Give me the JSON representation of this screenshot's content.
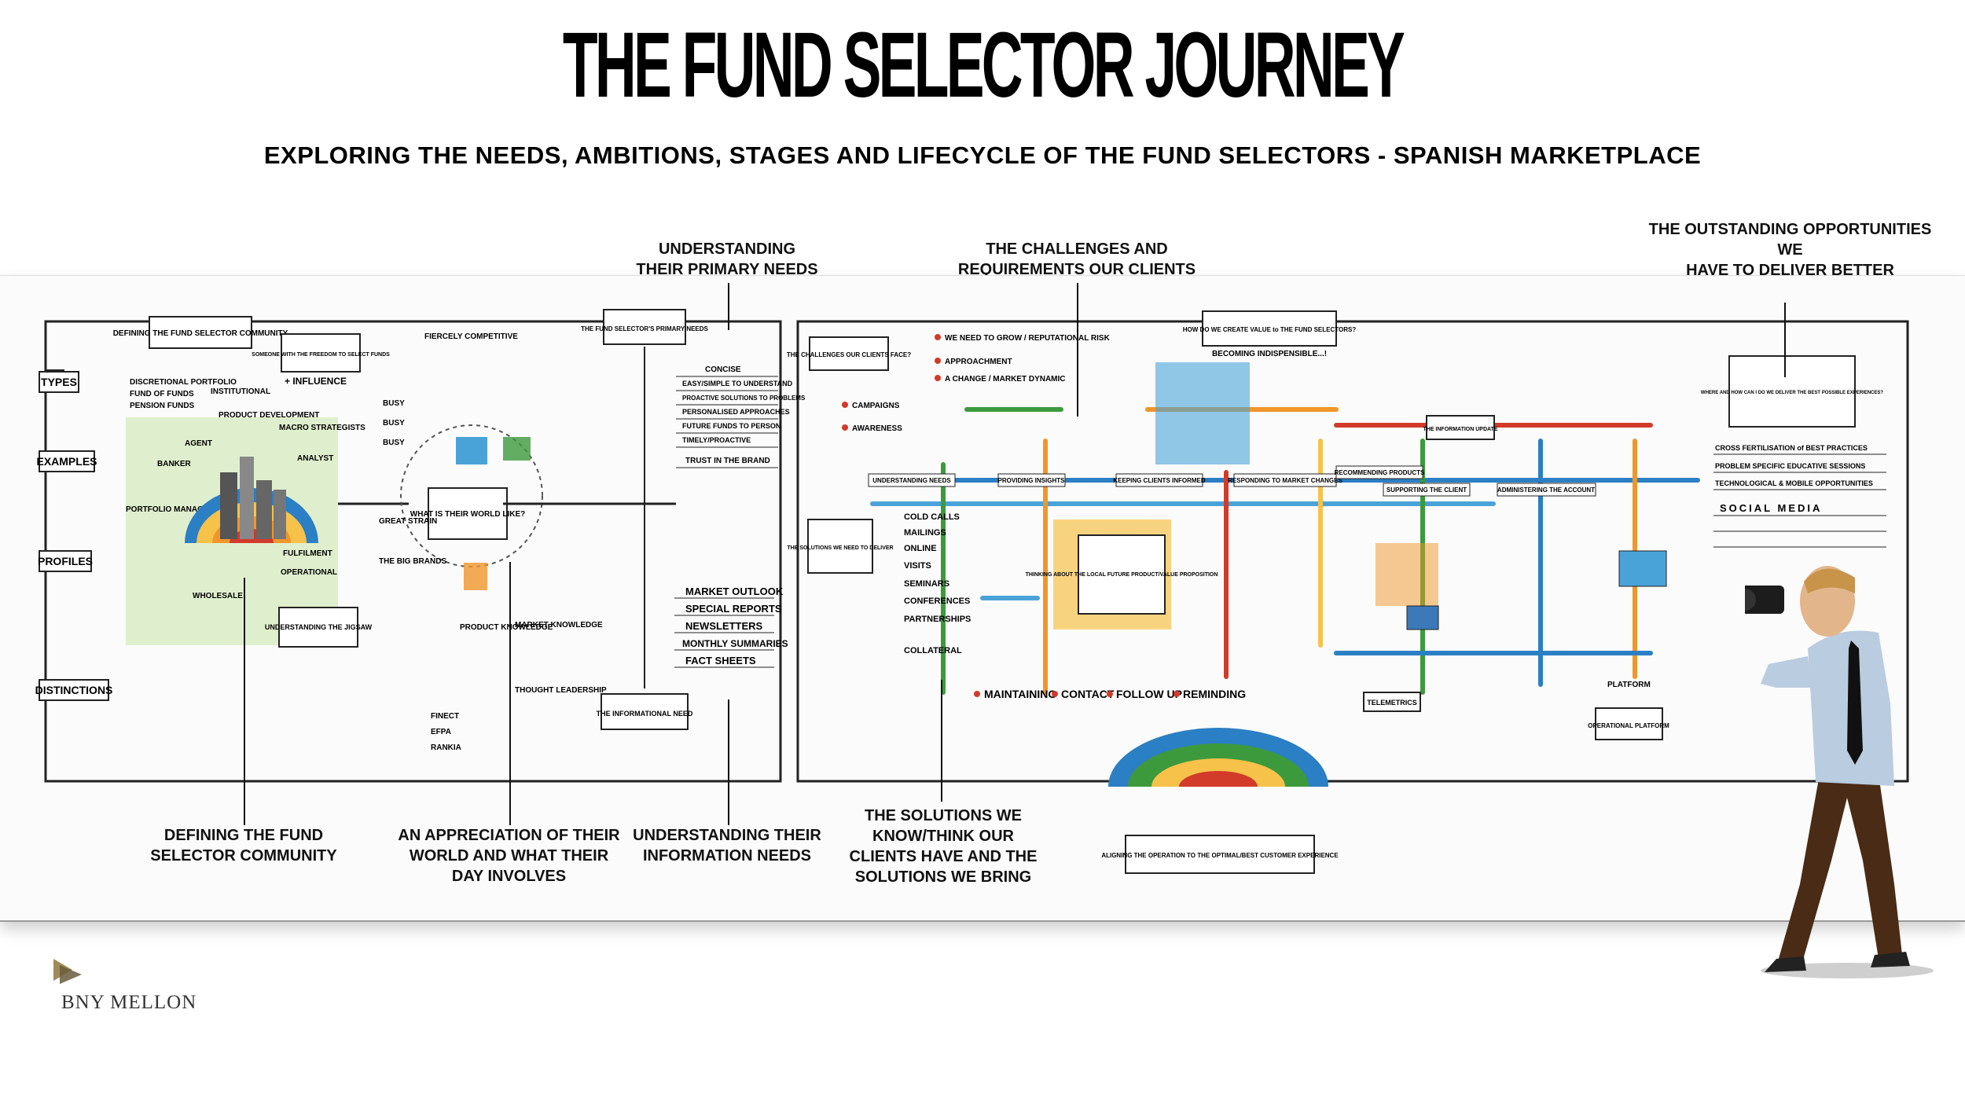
{
  "header": {
    "title": "THE FUND SELECTOR JOURNEY",
    "subtitle": "EXPLORING THE NEEDS, AMBITIONS, STAGES AND LIFECYCLE OF THE FUND SELECTORS - SPANISH MARKETPLACE"
  },
  "callouts": {
    "primary_needs": "UNDERSTANDING\nTHEIR PRIMARY NEEDS",
    "challenges": "THE CHALLENGES AND\nREQUIREMENTS OUR CLIENTS HAVE",
    "opportunities": "THE OUTSTANDING OPPORTUNITIES WE\nHAVE TO DELIVER BETTER EXPERIENCES -\nTHE SOLUTIONS AND OPPORTUNITIES WE\nNEED TO BRING",
    "defining": "DEFINING THE FUND\nSELECTOR COMMUNITY",
    "appreciation": "AN APPRECIATION OF THEIR\nWORLD AND WHAT THEIR\nDAY INVOLVES",
    "information": "UNDERSTANDING THEIR\nINFORMATION NEEDS",
    "solutions": "THE SOLUTIONS WE\nKNOW/THINK OUR\nCLIENTS HAVE AND THE\nSOLUTIONS WE BRING"
  },
  "sketch": {
    "left_column": [
      "TYPES",
      "EXAMPLES",
      "PROFILES",
      "DISTINCTIONS"
    ],
    "community_box": "DEFINING THE FUND SELECTOR COMMUNITY",
    "community_labels": [
      "DISCRETIONAL PORTFOLIO",
      "FUND OF FUNDS",
      "PENSION FUNDS",
      "INSTITUTIONAL",
      "PRODUCT DEVELOPMENT",
      "MACRO STRATEGISTS",
      "BANKER",
      "AGENT",
      "ANALYST",
      "PORTFOLIO MANAGER",
      "FULFILMENT",
      "OPERATIONAL",
      "WHOLESALE"
    ],
    "freedom_box": "SOMEONE WITH THE FREEDOM TO SELECT FUNDS",
    "influence": "+ INFLUENCE",
    "jigsaw": "UNDERSTANDING THE JIGSAW",
    "world_box": "WHAT IS THEIR WORLD LIKE?",
    "world_labels": [
      "FIERCELY COMPETITIVE",
      "BUSY",
      "BUSY",
      "BUSY",
      "GREAT STRAIN",
      "THE BIG BRANDS",
      "PRODUCT KNOWLEDGE",
      "MARKET KNOWLEDGE",
      "THOUGHT LEADERSHIP",
      "FINECT",
      "EFPA",
      "RANKIA"
    ],
    "primary_needs_box": "THE FUND SELECTOR'S PRIMARY NEEDS",
    "primary_needs_list": [
      "CONCISE",
      "EASY/SIMPLE TO UNDERSTAND",
      "PROACTIVE SOLUTIONS TO PROBLEMS",
      "PERSONALISED APPROACHES",
      "FUTURE FUNDS TO PERSON",
      "TIMELY/PROACTIVE",
      "TRUST IN THE BRAND"
    ],
    "information_list": [
      "MARKET OUTLOOK",
      "SPECIAL REPORTS",
      "NEWSLETTERS",
      "MONTHLY SUMMARIES",
      "FACT SHEETS"
    ],
    "informational_need": "THE INFORMATIONAL NEED",
    "challenges_box": "THE CHALLENGES OUR CLIENTS FACE?",
    "challenges_list": [
      "WE NEED TO GROW / REPUTATIONAL RISK",
      "APPROACHMENT",
      "A CHANGE / MARKET DYNAMIC",
      "CAMPAIGNS",
      "AWARENESS"
    ],
    "create_value": "HOW DO WE CREATE VALUE to THE FUND SELECTORS?",
    "indispensable": "BECOMING INDISPENSIBLE...!",
    "solutions_box": "THE SOLUTIONS WE NEED TO DELIVER",
    "solutions_list": [
      "COLD CALLS",
      "MAILINGS",
      "ONLINE",
      "VISITS",
      "SEMINARS",
      "CONFERENCES",
      "PARTNERSHIPS",
      "COLLATERAL"
    ],
    "journey_steps": [
      "UNDERSTANDING NEEDS",
      "PROVIDING INSIGHTS",
      "KEEPING CLIENTS INFORMED",
      "RESPONDING TO MARKET CHANGES",
      "RECOMMENDING PRODUCTS",
      "SUPPORTING THE CLIENT",
      "ADMINISTERING THE ACCOUNT"
    ],
    "value_box": "THINKING ABOUT THE LOCAL FUTURE PRODUCT/VALUE PROPOSITION",
    "maintaining": [
      "MAINTAINING",
      "CONTACT",
      "FOLLOW UP",
      "REMINDING"
    ],
    "information_update": "THE INFORMATION UPDATE",
    "operational_platform": "OPERATIONAL PLATFORM",
    "telemetrics": "TELEMETRICS",
    "platform": "PLATFORM",
    "aligning": "ALIGNING THE OPERATION TO THE OPTIMAL/BEST CUSTOMER EXPERIENCE",
    "experience_box": "WHERE AND HOW CAN I DO WE DELIVER THE BEST POSSIBLE EXPERIENCES?",
    "opportunity_list": [
      "CROSS FERTILISATION of BEST PRACTICES",
      "PROBLEM SPECIFIC EDUCATIVE SESSIONS",
      "TECHNOLOGICAL & MOBILE OPPORTUNITIES",
      "SOCIAL MEDIA"
    ]
  },
  "brand": {
    "name": "BNY MELLON"
  },
  "colors": {
    "ink": "#111111",
    "accent_blue": "#2b7fc4",
    "accent_orange": "#f0962a",
    "accent_green": "#3c9a3c",
    "accent_red": "#d23a2a",
    "brand_gold": "#9a8a6a"
  }
}
